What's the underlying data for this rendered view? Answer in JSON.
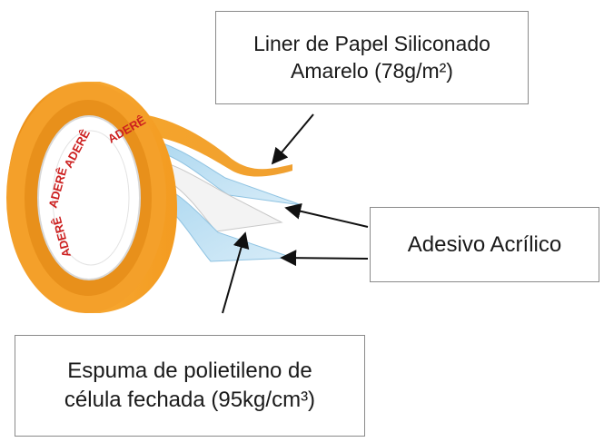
{
  "colors": {
    "tape_orange": "#f5a623",
    "tape_orange_dark": "#d9861a",
    "adhesive_blue": "#bfe0f2",
    "foam_white": "#f2f2f2",
    "arrow": "#111111",
    "brand_red": "#cc1f1f"
  },
  "roll": {
    "brand_text": "ADERÊ"
  },
  "callouts": {
    "liner": {
      "line1": "Liner de Papel Siliconado",
      "line2": "Amarelo (78g/m²)"
    },
    "adhesive": {
      "line1": "Adesivo Acrílico"
    },
    "foam": {
      "line1": "Espuma de polietileno de",
      "line2": "célula fechada (95kg/cm³)"
    }
  }
}
